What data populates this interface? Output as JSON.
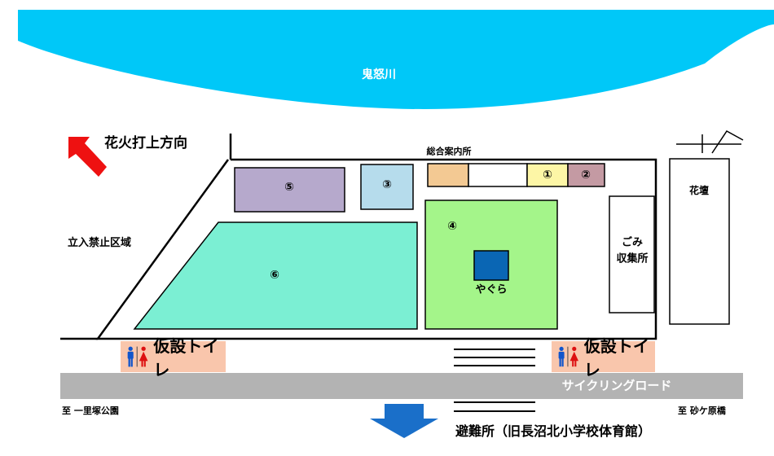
{
  "river": {
    "label": "鬼怒川",
    "color": "#00c8f8"
  },
  "fireworks": {
    "label": "花火打上方向",
    "arrow_color": "#ee1111"
  },
  "info_center": {
    "label": "総合案内所"
  },
  "booths": {
    "b1": {
      "label": "①",
      "color": "#fdf6a6"
    },
    "b2": {
      "label": "②",
      "color": "#c49aa3"
    },
    "b3": {
      "label": "③",
      "color": "#b6dcec"
    },
    "b4": {
      "label": "④",
      "color": "#a4f58a"
    },
    "b5": {
      "label": "⑤",
      "color": "#b6a9cc"
    },
    "b6": {
      "label": "⑥",
      "color": "#7befd3"
    },
    "info_box_color": "#f3c993"
  },
  "yagura": {
    "label": "やぐら",
    "color": "#0a66b4"
  },
  "garbage": {
    "line1": "ごみ",
    "line2": "収集所"
  },
  "flowerbed": {
    "label": "花壇"
  },
  "no_entry": {
    "label": "立入禁止区域"
  },
  "toilets": [
    {
      "label": "仮設トイレ"
    },
    {
      "label": "仮設トイレ"
    }
  ],
  "road": {
    "label": "サイクリングロード",
    "color": "#b3b3b3"
  },
  "directions": {
    "left": "至 一里塚公園",
    "right": "至 砂ケ原橋"
  },
  "evacuation": {
    "label": "避難所（旧長沼北小学校体育館）",
    "arrow_color": "#1a6fc9"
  },
  "icons": [
    "male-toilet-icon",
    "female-toilet-icon",
    "north-arrow-icon",
    "evacuation-arrow-icon",
    "fireworks-arrow-icon"
  ]
}
